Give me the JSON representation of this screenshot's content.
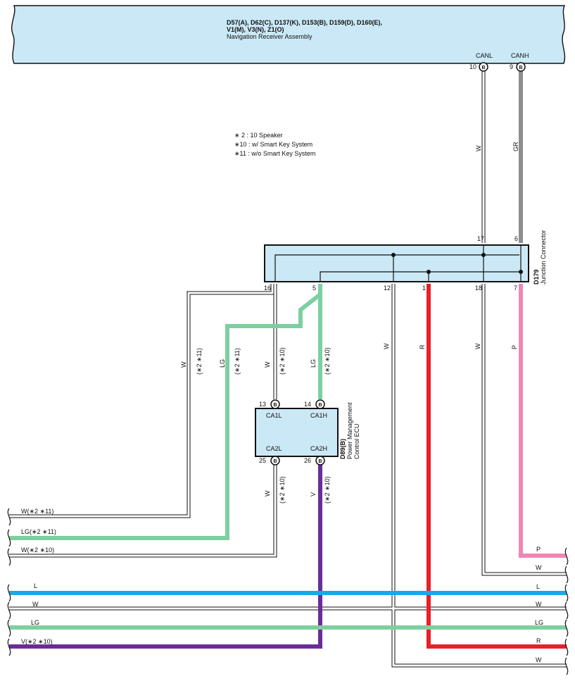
{
  "nav_assembly": {
    "connectors_line1": "D57(A), D62(C), D137(K), D153(B), D159(D), D160(E),",
    "connectors_line2": "V1(M), V3(N), Z1(O)",
    "name": "Navigation Receiver Assembly",
    "pin_canl_label": "CANL",
    "pin_canh_label": "CANH",
    "pin_canl_num": "10",
    "pin_canh_num": "9",
    "pin_connector": "B"
  },
  "notes": [
    "∗ 2 : 10 Speaker",
    "∗10 : w/ Smart Key System",
    "∗11 : w/o Smart Key System"
  ],
  "junction": {
    "id": "D179",
    "name": "Junction Connector",
    "pins_top": [
      "17",
      "6"
    ],
    "pins_bottom": [
      "16",
      "5",
      "12",
      "1",
      "18",
      "7"
    ]
  },
  "ecu": {
    "id": "D89(B)",
    "name_line1": "Power Management",
    "name_line2": "Control ECU",
    "pins": [
      "13",
      "14",
      "25",
      "26"
    ],
    "pin_connector": "B",
    "terminals": [
      "CA1L",
      "CA1H",
      "CA2L",
      "CA2H"
    ]
  },
  "wire_labels": {
    "w_canl": "W",
    "gr_canh": "GR",
    "w_16": "W",
    "w_16_note": "(∗2 ∗11)",
    "lg_5": "LG",
    "lg_5_note": "(∗2 ∗11)",
    "w_13": "W",
    "w_13_note": "(∗2 ∗10)",
    "lg_14": "LG",
    "lg_14_note": "(∗2 ∗10)",
    "w_12": "W",
    "r_1": "R",
    "w_18": "W",
    "p_7": "P",
    "w_25": "W",
    "w_25_note": "(∗2 ∗10)",
    "v_26": "V",
    "v_26_note": "(∗2 ∗10)"
  },
  "left_edge_labels": {
    "w_11": "W(∗2 ∗11)",
    "lg_11": "LG(∗2 ∗11)",
    "w_10": "W(∗2 ∗10)",
    "l": "L",
    "w": "W",
    "lg": "LG",
    "v_10": "V(∗2 ∗10)"
  },
  "right_edge_labels": {
    "p": "P",
    "w1": "W",
    "l": "L",
    "w2": "W",
    "lg": "LG",
    "r": "R",
    "w3": "W"
  },
  "colors": {
    "box_fill": "#cbe8f6",
    "lg": "#7dcfa0",
    "l": "#1aa8e6",
    "v": "#6a2d96",
    "r": "#e8202a",
    "p": "#ef86b8",
    "gr": "#8e8e8e"
  }
}
